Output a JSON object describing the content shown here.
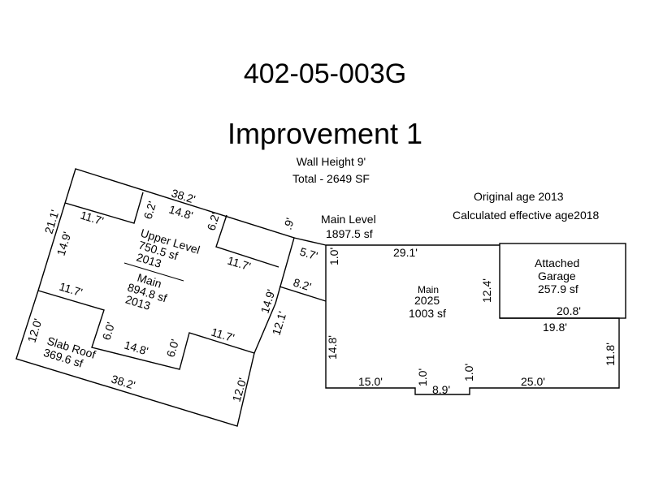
{
  "header": {
    "parcel_id": "402-05-003G",
    "improvement": "Improvement 1",
    "wall_height": "Wall Height 9'",
    "total": "Total - 2649 SF"
  },
  "notes": {
    "original_age": "Original age 2013",
    "effective_age": "Calculated effective age2018"
  },
  "areas": {
    "upper": {
      "name": "Upper Level",
      "size": "750.5 sf",
      "year": "2013"
    },
    "main_left": {
      "name": "Main",
      "size": "894.8 sf",
      "year": "2013"
    },
    "slab": {
      "name": "Slab Roof",
      "size": "369.6 sf"
    },
    "main_level": {
      "name": "Main Level",
      "size": "1897.5 sf"
    },
    "main_right": {
      "name": "Main",
      "year": "2025",
      "size": "1003 sf"
    },
    "garage": {
      "name": "Attached",
      "name2": "Garage",
      "size": "257.9 sf"
    }
  },
  "dimensions": {
    "top_382": "38.2'",
    "top_148": "14.8'",
    "d62a": "6.2'",
    "d62b": "6.2'",
    "d211": "21.1'",
    "d149a": "14.9'",
    "d117a": "11.7'",
    "d117b": "11.7'",
    "d9": ".9'",
    "d57": "5.7'",
    "d10a": "1.0'",
    "d291": "29.1'",
    "d82": "8.2'",
    "d149b": "14.9'",
    "d121": "12.1'",
    "d117c": "11.7'",
    "d120a": "12.0'",
    "d60a": "6.0'",
    "d148b": "14.8'",
    "d60b": "6.0'",
    "d117d": "11.7'",
    "bottom_382": "38.2'",
    "d120b": "12.0'",
    "d124": "12.4'",
    "d208": "20.8'",
    "d198": "19.8'",
    "d118": "11.8'",
    "d148c": "14.8'",
    "d150": "15.0'",
    "d10b": "1.0'",
    "d10c": "1.0'",
    "d89": "8.9'",
    "d250": "25.0'"
  }
}
